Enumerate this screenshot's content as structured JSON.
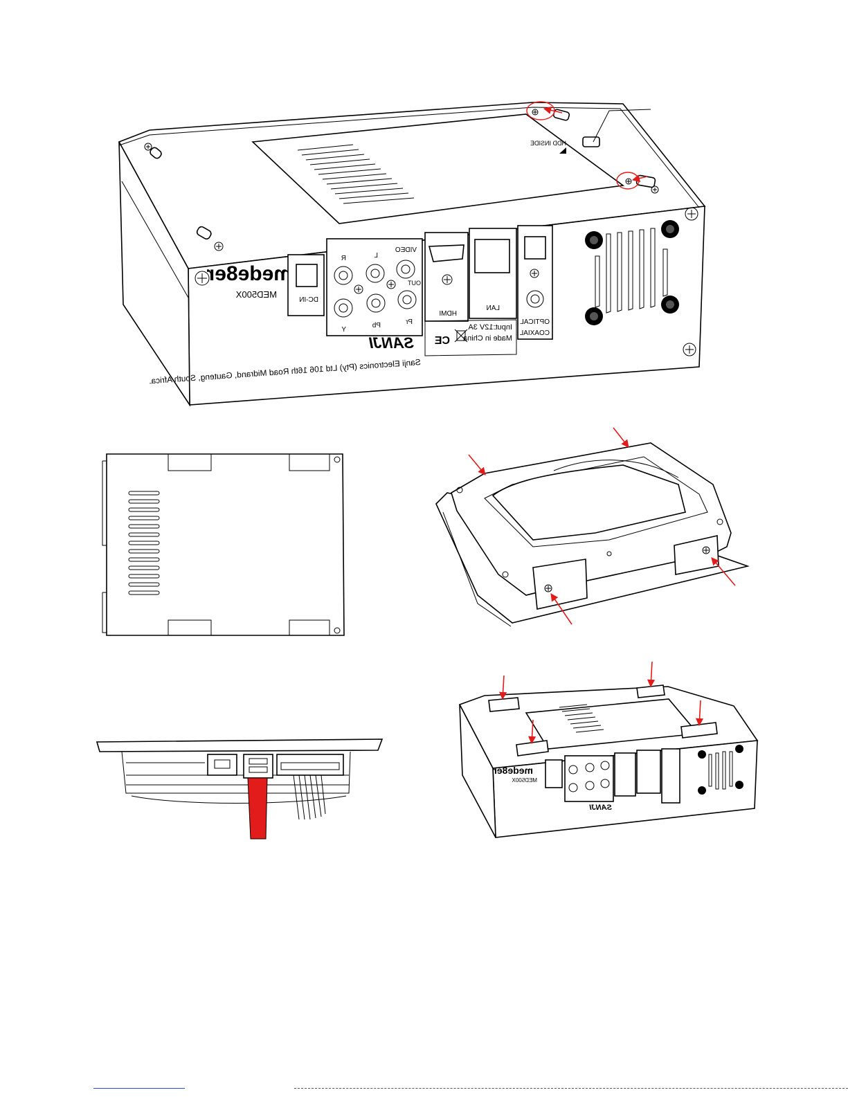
{
  "device": {
    "brand": "mede8er",
    "model": "MED500X",
    "dc_in": "DC-IN",
    "av_labels": {
      "video": "VIDEO",
      "l": "L",
      "r": "R",
      "out": "OUT",
      "pr": "Pr",
      "pb": "Pb",
      "y": "Y"
    },
    "port_labels": {
      "hdmi": "HDMI",
      "lan": "LAN",
      "optical": "OPTICAL",
      "coaxial": "COAXIAL"
    },
    "rating": "Input:12V   3A",
    "made_in": "Made in China",
    "ce_mark": "CE",
    "maker_logo": "SANJI",
    "address": "Sanji Electronics (Pty) Ltd 106 16th Road Midrand, Gauteng, South Africa.",
    "hdd_inside": "HDD INSIDE"
  },
  "colors": {
    "line": "#000000",
    "accent": "#e21b1b",
    "cable": "#e21b1b"
  }
}
